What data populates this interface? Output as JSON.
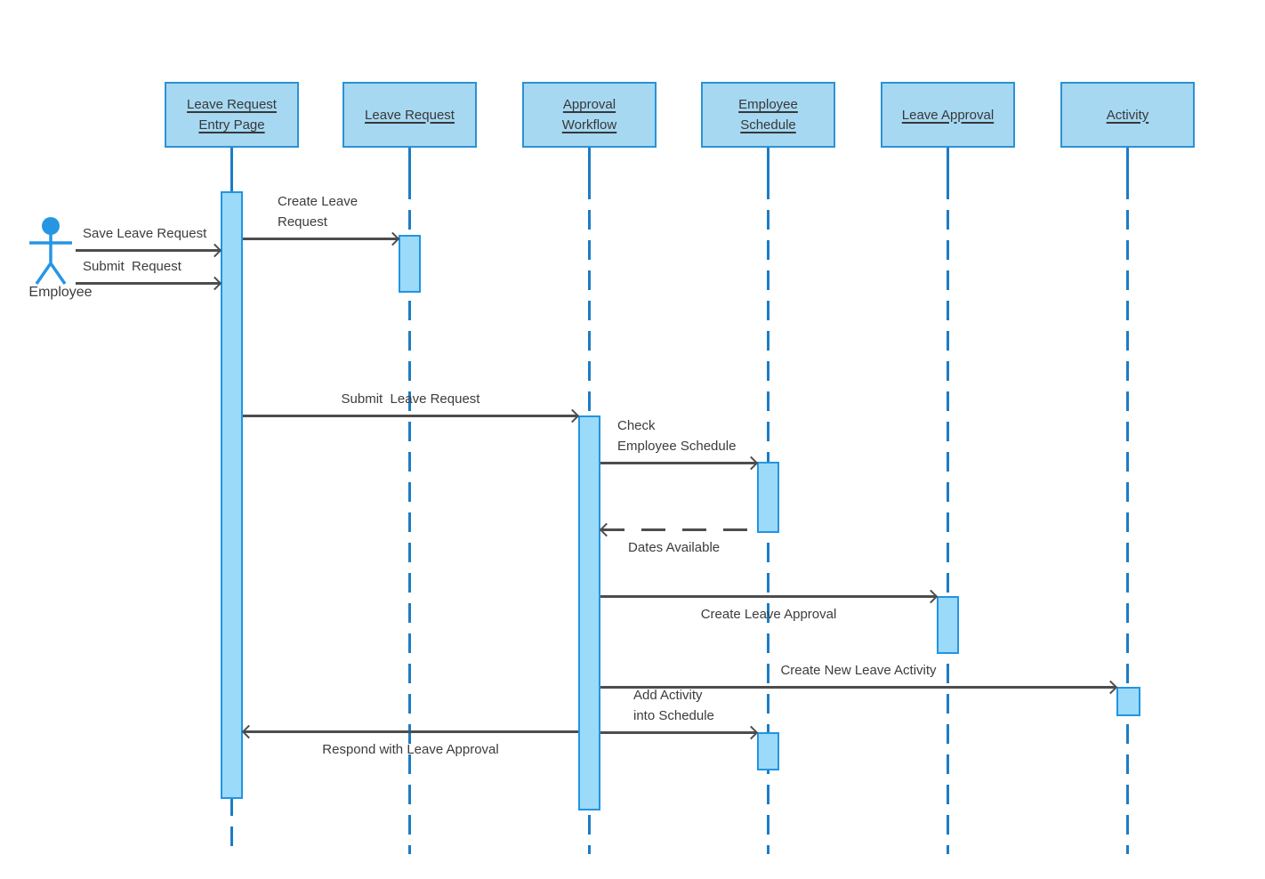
{
  "colors": {
    "box-fill": "#A6D8F2",
    "box-border": "#2B92D4",
    "bar-fill": "#9CDAF9",
    "bar-border": "#2095E3",
    "lifeline": "#1C7CC5",
    "arrow": "#4D4D4D",
    "text": "#3C3C3C",
    "actor": "#2696E4",
    "bg": "#FFFFFF"
  },
  "actor": {
    "label": "Employee"
  },
  "lifelines": [
    {
      "id": "leave-request-entry-page",
      "label": "Leave Request\nEntry Page"
    },
    {
      "id": "leave-request",
      "label": "Leave Request"
    },
    {
      "id": "approval-workflow",
      "label": "Approval\nWorkflow"
    },
    {
      "id": "employee-schedule",
      "label": "Employee\nSchedule"
    },
    {
      "id": "leave-approval",
      "label": "Leave Approval"
    },
    {
      "id": "activity",
      "label": "Activity"
    }
  ],
  "messages": [
    {
      "label": "Save Leave Request",
      "from": "Employee",
      "to": "Leave Request Entry Page",
      "line": "solid"
    },
    {
      "label": "Submit  Request",
      "from": "Employee",
      "to": "Leave Request Entry Page",
      "line": "solid"
    },
    {
      "label": "Create Leave\nRequest",
      "from": "Leave Request Entry Page",
      "to": "Leave Request",
      "line": "solid"
    },
    {
      "label": "Submit  Leave Request",
      "from": "Leave Request Entry Page",
      "to": "Approval Workflow",
      "line": "solid"
    },
    {
      "label": "Check\nEmployee Schedule",
      "from": "Approval Workflow",
      "to": "Employee Schedule",
      "line": "solid"
    },
    {
      "label": "Dates Available",
      "from": "Employee Schedule",
      "to": "Approval Workflow",
      "line": "dashed-return"
    },
    {
      "label": "Create Leave Approval",
      "from": "Approval Workflow",
      "to": "Leave Approval",
      "line": "solid"
    },
    {
      "label": "Create New Leave Activity",
      "from": "Approval Workflow",
      "to": "Activity",
      "line": "solid"
    },
    {
      "label": "Add Activity\ninto Schedule",
      "from": "Approval Workflow",
      "to": "Employee Schedule",
      "line": "solid"
    },
    {
      "label": "Respond with Leave Approval",
      "from": "Approval Workflow",
      "to": "Leave Request Entry Page",
      "line": "solid"
    }
  ]
}
